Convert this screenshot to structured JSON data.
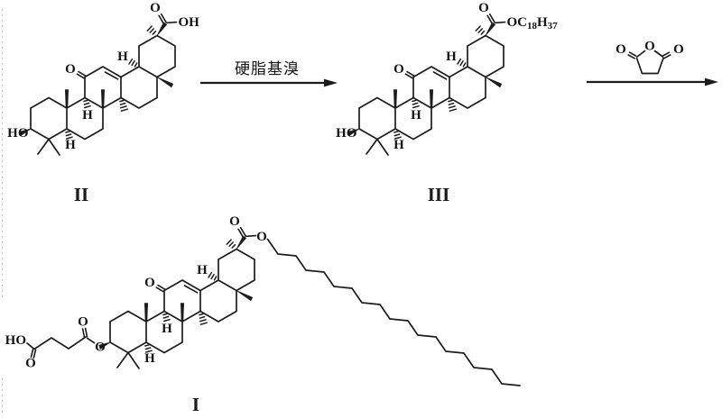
{
  "compound_II": {
    "label": "II",
    "atoms": {
      "ketone_o": "O",
      "carboxyl_o": "O",
      "carboxyl_oh": "OH",
      "hydroxyl": "HO",
      "h_ring_de": "H",
      "h_ring_bc": "H",
      "h_ring_ab": "H"
    }
  },
  "compound_III": {
    "label": "III",
    "atoms": {
      "ketone_o": "O",
      "carboxyl_o": "O",
      "hydroxyl": "HO",
      "h_ring_de": "H",
      "h_ring_bc": "H",
      "h_ring_ab": "H"
    },
    "stearyl_ester": {
      "o_c": "OC",
      "c_count": "18",
      "h": "H",
      "h_count": "37"
    }
  },
  "compound_I": {
    "label": "I",
    "atoms": {
      "ketone_o": "O",
      "carboxyl_o": "O",
      "chain_ester_o": "O",
      "ring_ester_o": "O",
      "h_ring_de": "H",
      "h_ring_bc": "H",
      "h_ring_ab": "H"
    },
    "succinate": {
      "ho": "HO",
      "acid_carbonyl_o": "O",
      "ester_carbonyl_o": "O"
    }
  },
  "step1": {
    "reagent": "硬脂基溴"
  },
  "step2": {
    "anhydride": {
      "ring_o": "O",
      "left_carbonyl_o": "O",
      "right_carbonyl_o": "O"
    }
  }
}
